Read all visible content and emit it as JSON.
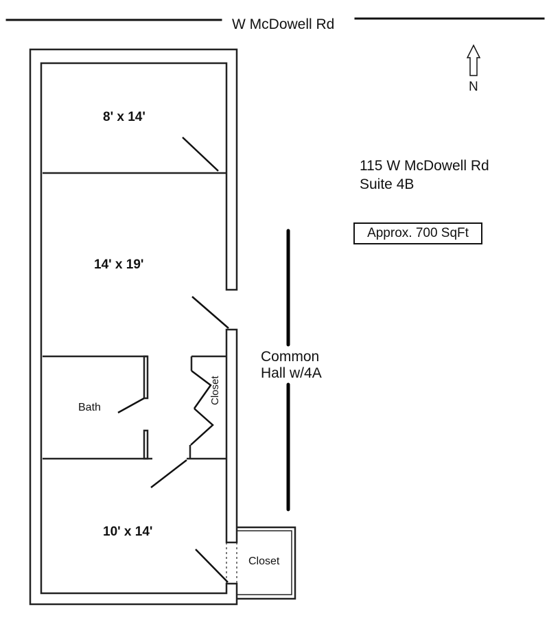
{
  "street": {
    "name": "W McDowell Rd"
  },
  "compass": {
    "icon": "north-arrow-icon",
    "label": "N"
  },
  "address": {
    "line1": "115 W McDowell Rd",
    "line2": "Suite 4B"
  },
  "area": {
    "label": "Approx. 700 SqFt"
  },
  "rooms": [
    {
      "name": "north-room",
      "label": "8' x 14'"
    },
    {
      "name": "main-room",
      "label": "14' x 19'"
    },
    {
      "name": "south-room",
      "label": "10' x 14'"
    }
  ],
  "bath": {
    "label": "Bath"
  },
  "closets": [
    {
      "label": "Closet"
    },
    {
      "label": "Closet"
    }
  ],
  "hall": {
    "line1": "Common",
    "line2": "Hall w/4A"
  }
}
